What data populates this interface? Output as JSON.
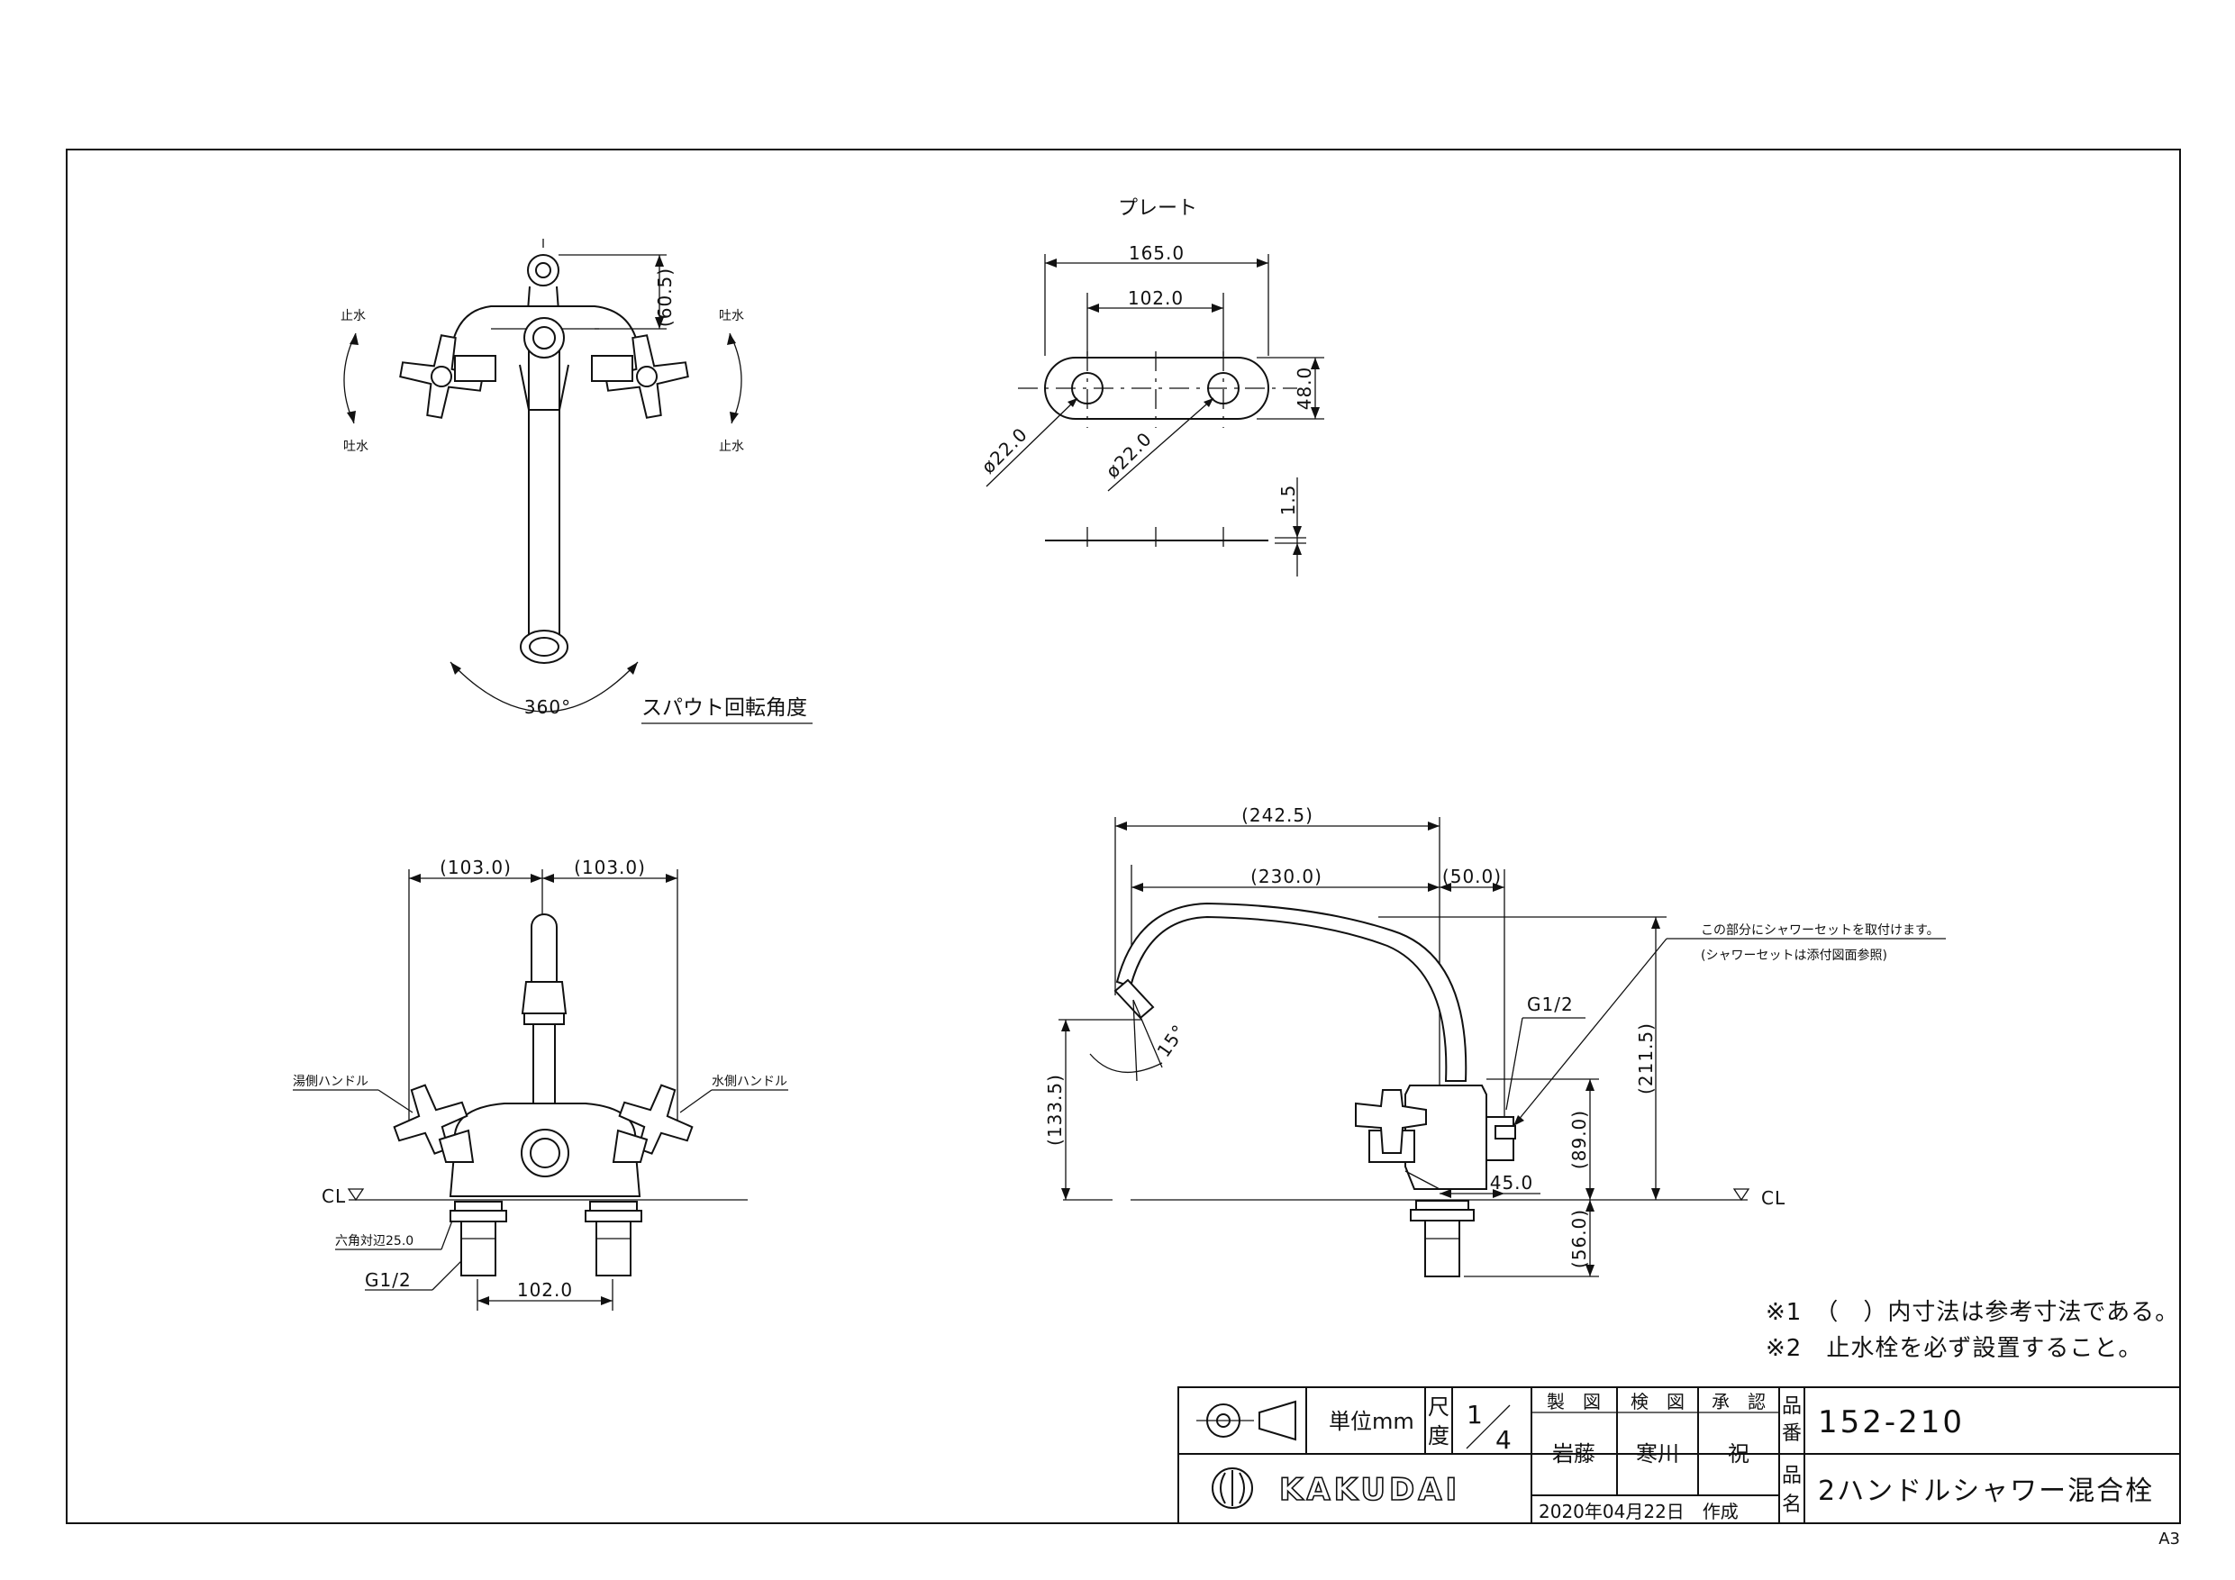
{
  "plate": {
    "title": "プレート",
    "dim_length": "165.0",
    "dim_hole_pitch": "102.0",
    "dim_width": "48.0",
    "dim_hole_left": "ø22.0",
    "dim_hole_right": "ø22.0",
    "dim_thickness": "1.5"
  },
  "top_view": {
    "label_stop_left": "止水",
    "label_spout_left": "吐水",
    "label_spout_right_top": "吐水",
    "label_stop_right_bottom": "止水",
    "dim_offset": "(60.5)",
    "rotation_angle": "360°",
    "caption": "スパウト回転角度"
  },
  "front_view": {
    "dim_left": "(103.0)",
    "dim_right": "(103.0)",
    "label_hot_handle": "湯側ハンドル",
    "label_cold_handle": "水側ハンドル",
    "label_cl": "CL",
    "label_hex": "六角対辺25.0",
    "label_thread": "G1/2",
    "dim_pitch": "102.0"
  },
  "side_view": {
    "dim_total": "(242.5)",
    "dim_reach": "(230.0)",
    "dim_offset": "(50.0)",
    "label_thread": "G1/2",
    "note_shower_1": "この部分にシャワーセットを取付けます。",
    "note_shower_2": "(シャワーセットは添付図面参照)",
    "dim_outlet_height": "(133.5)",
    "dim_angle": "15°",
    "dim_height": "(211.5)",
    "dim_body": "(89.0)",
    "dim_depth": "45.0",
    "dim_shank": "(56.0)",
    "label_cl": "CL"
  },
  "notes": [
    "※1　（　）内寸法は参考寸法である。",
    "※2　止水栓を必ず設置すること。"
  ],
  "title_block": {
    "unit_label": "単位mm",
    "scale_label_1": "尺",
    "scale_label_2": "度",
    "scale_num": "1",
    "scale_den": "4",
    "drawn_header": "製　図",
    "checked_header": "検　図",
    "approved_header": "承　認",
    "drawn_by": "岩藤",
    "checked_by": "寒川",
    "approved_by": "祝",
    "part_no_label_1": "品",
    "part_no_label_2": "番",
    "part_no": "152-210",
    "part_name_label_1": "品",
    "part_name_label_2": "名",
    "part_name": "2ハンドルシャワー混合栓",
    "brand": "KAKUDAI",
    "date": "2020年04月22日　作成"
  },
  "sheet_size": "A3"
}
